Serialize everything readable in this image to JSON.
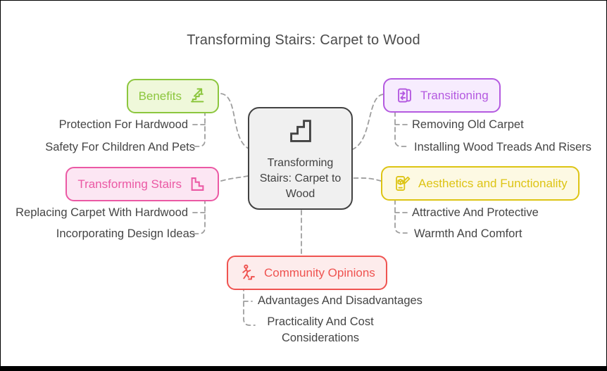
{
  "title": "Transforming Stairs: Carpet to Wood",
  "center": {
    "label": "Transforming Stairs: Carpet to Wood",
    "icon": "stairs-icon",
    "fill": "#f0f0f0",
    "border": "#424242"
  },
  "connectors": {
    "color": "#9e9e9e",
    "style": "dashed"
  },
  "branches": [
    {
      "id": "benefits",
      "label": "Benefits",
      "icon": "stairs-up-trend-icon",
      "color": "#8cc63e",
      "fill": "#eff8da",
      "items": [
        "Protection For Hardwood",
        "Safety For Children And Pets"
      ]
    },
    {
      "id": "transforming-stairs",
      "label": "Transforming Stairs",
      "icon": "stairs-down-icon",
      "color": "#eb59a4",
      "fill": "#fce6f3",
      "items": [
        "Replacing Carpet With Hardwood",
        "Incorporating Design Ideas"
      ]
    },
    {
      "id": "transitioning",
      "label": "Transitioning",
      "icon": "page-transfer-icon",
      "color": "#b45ae0",
      "fill": "#f7ecfe",
      "items": [
        "Removing Old Carpet",
        "Installing Wood Treads And Risers"
      ]
    },
    {
      "id": "aesthetics",
      "label": "Aesthetics and Functionality",
      "icon": "design-device-pen-icon",
      "color": "#ddc414",
      "fill": "#fdf9e3",
      "items": [
        "Attractive And Protective",
        "Warmth And Comfort"
      ]
    },
    {
      "id": "community-opinions",
      "label": "Community Opinions",
      "icon": "person-climbing-stairs-icon",
      "color": "#ef5350",
      "fill": "#fdecec",
      "items": [
        "Advantages And Disadvantages",
        "Practicality And Cost Considerations"
      ]
    }
  ]
}
